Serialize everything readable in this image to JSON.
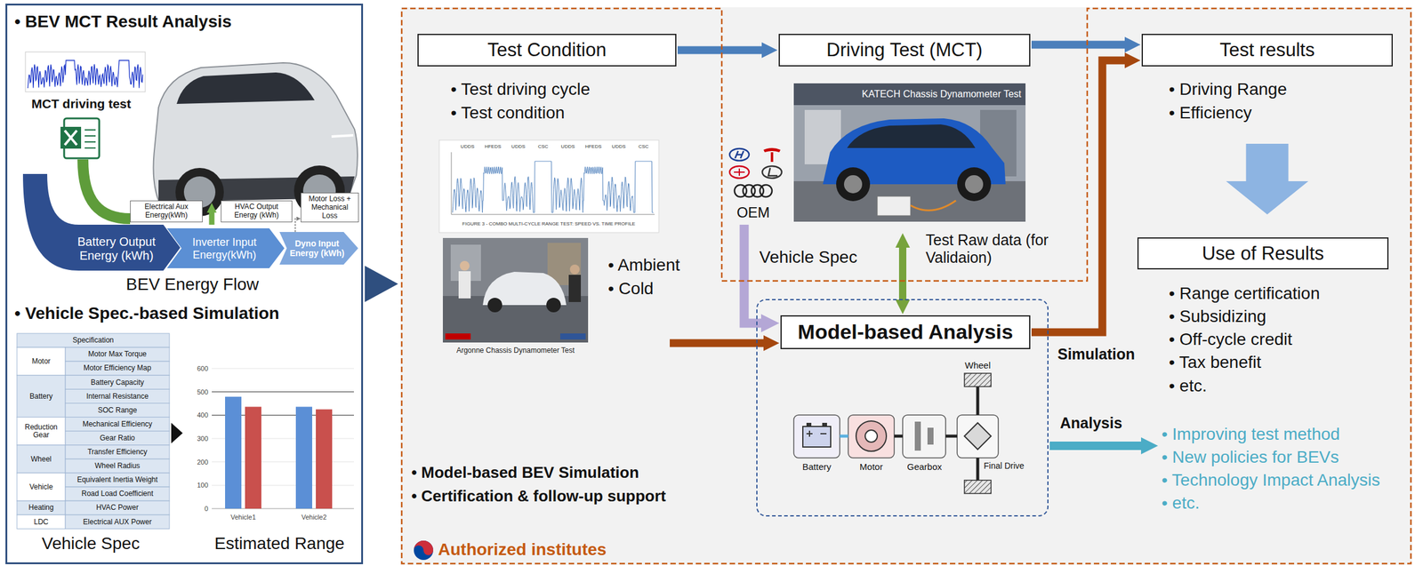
{
  "diagram": {
    "nodes": [
      {
        "text": [
          "• BEV MCT Result Analysis",
          "• Vehicle Spec.-based Simulation"
        ]
      },
      {
        "text": [
          "Electrical Aux Energy(kWh)"
        ],
        "in": 0
      },
      {
        "text": [
          "HVAC Output Energy (kWh)"
        ],
        "in": 0
      },
      {
        "text": [
          "Motor Loss + Mechanical Loss"
        ],
        "in": 0
      },
      {
        "text": [
          "Battery Output Energy (kWh)"
        ],
        "in": 0
      },
      {
        "text": [
          "Inverter Input Energy(kWh)"
        ],
        "in": 0
      },
      {
        "text": [
          "Dyno Input Energy (kWh)"
        ],
        "in": 0
      },
      {
        "text": [
          "• Model-based BEV Simulation",
          "• Certification & follow-up support",
          "Authorized institutes"
        ]
      },
      {
        "text": [
          "Test Condition"
        ],
        "in": 7
      },
      {
        "text": [
          "Driving Test (MCT)"
        ],
        "in": 7
      },
      {
        "text": [
          "Test results"
        ],
        "in": 7
      },
      {
        "text": [
          "OEM"
        ],
        "in": 7
      },
      {
        "text": [
          "Use of Results"
        ],
        "in": 7
      },
      {
        "text": [
          "Wheel",
          "Battery",
          "Motor",
          "Gearbox",
          "Final Drive"
        ],
        "in": 7
      },
      {
        "text": [
          "Model-based Analysis"
        ],
        "in": 13
      },
      {
        "text": [
          "• Improving test method",
          "• New policies for BEVs",
          "• Technology Impact Analysis",
          "• etc."
        ],
        "in": 7
      }
    ],
    "edges": [
      {
        "from": 8,
        "to": 9,
        "arrow": "to"
      },
      {
        "from": 9,
        "to": 10,
        "arrow": "to"
      },
      {
        "from": 11,
        "to": 14,
        "arrow": "to",
        "label": "Vehicle Spec"
      },
      {
        "from": 9,
        "to": 14,
        "arrow": "both",
        "label": "Test Raw data (for Validaion)"
      },
      {
        "from": 14,
        "to": 10,
        "arrow": "to",
        "label": "Simulation"
      },
      {
        "from": 13,
        "to": 15,
        "arrow": "to",
        "label": "Analysis"
      },
      {
        "from": 10,
        "to": 12,
        "arrow": "to"
      }
    ],
    "labels": [
      "MCT driving test",
      "BEV Energy Flow",
      "Specification",
      "Motor",
      "Motor Max Torque",
      "Motor Efficiency Map",
      "Battery",
      "Battery Capacity",
      "Internal Resistance",
      "SOC Range",
      "Reduction Gear",
      "Mechanical Efficiency",
      "Gear Ratio",
      "Wheel",
      "Transfer Efficiency",
      "Wheel Radius",
      "Vehicle",
      "Equivalent Inertia Weight",
      "Road Load Coefficient",
      "Heating",
      "HVAC Power",
      "LDC",
      "Electrical AUX Power",
      "600",
      "500",
      "400",
      "300",
      "200",
      "100",
      "0",
      "Vehicle1",
      "Vehicle2",
      "Vehicle Spec",
      "Estimated Range",
      "• Test driving cycle",
      "• Test condition",
      "UDDS",
      "HFEDS",
      "UDDS",
      "CSC",
      "UDDS",
      "HFEDS",
      "UDDS",
      "CSC",
      "FIGURE 3 - COMBO MULTI-CYCLE RANGE TEST: SPEED VS. TIME PROFILE",
      "Argonne Chassis Dynamometer Test",
      "• Ambient",
      "• Cold",
      "KATECH Chassis Dynamometer Test",
      "• Driving Range",
      "• Efficiency",
      "• Range certification",
      "• Subsidizing",
      "• Off-cycle credit",
      "• Tax benefit",
      "• etc."
    ]
  }
}
